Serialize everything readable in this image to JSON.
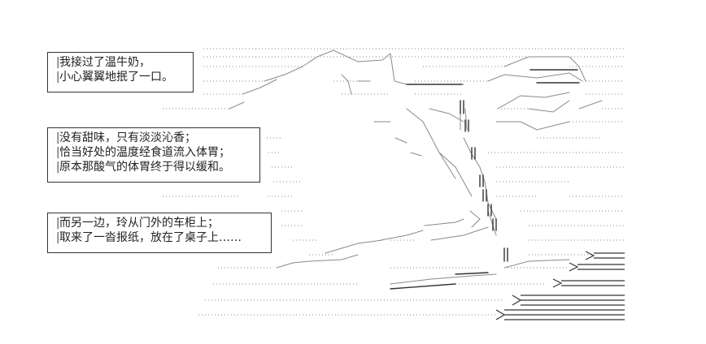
{
  "scene": {
    "ink_color": "#8a8a8a",
    "dark_ink_color": "#333333",
    "background_color": "#ffffff"
  },
  "narration": {
    "box1": {
      "lines": [
        "我接过了温牛奶，",
        "小心翼翼地抿了一口。"
      ]
    },
    "box2": {
      "lines": [
        "没有甜味，只有淡淡沁香；",
        "恰当好处的温度经食道流入体胃；",
        "原本那酸气的体胃终于得以缓和。"
      ]
    },
    "box3": {
      "lines": [
        "而另一边，玲从门外的车柜上；",
        "取来了一沓报纸，放在了桌子上……"
      ]
    }
  }
}
